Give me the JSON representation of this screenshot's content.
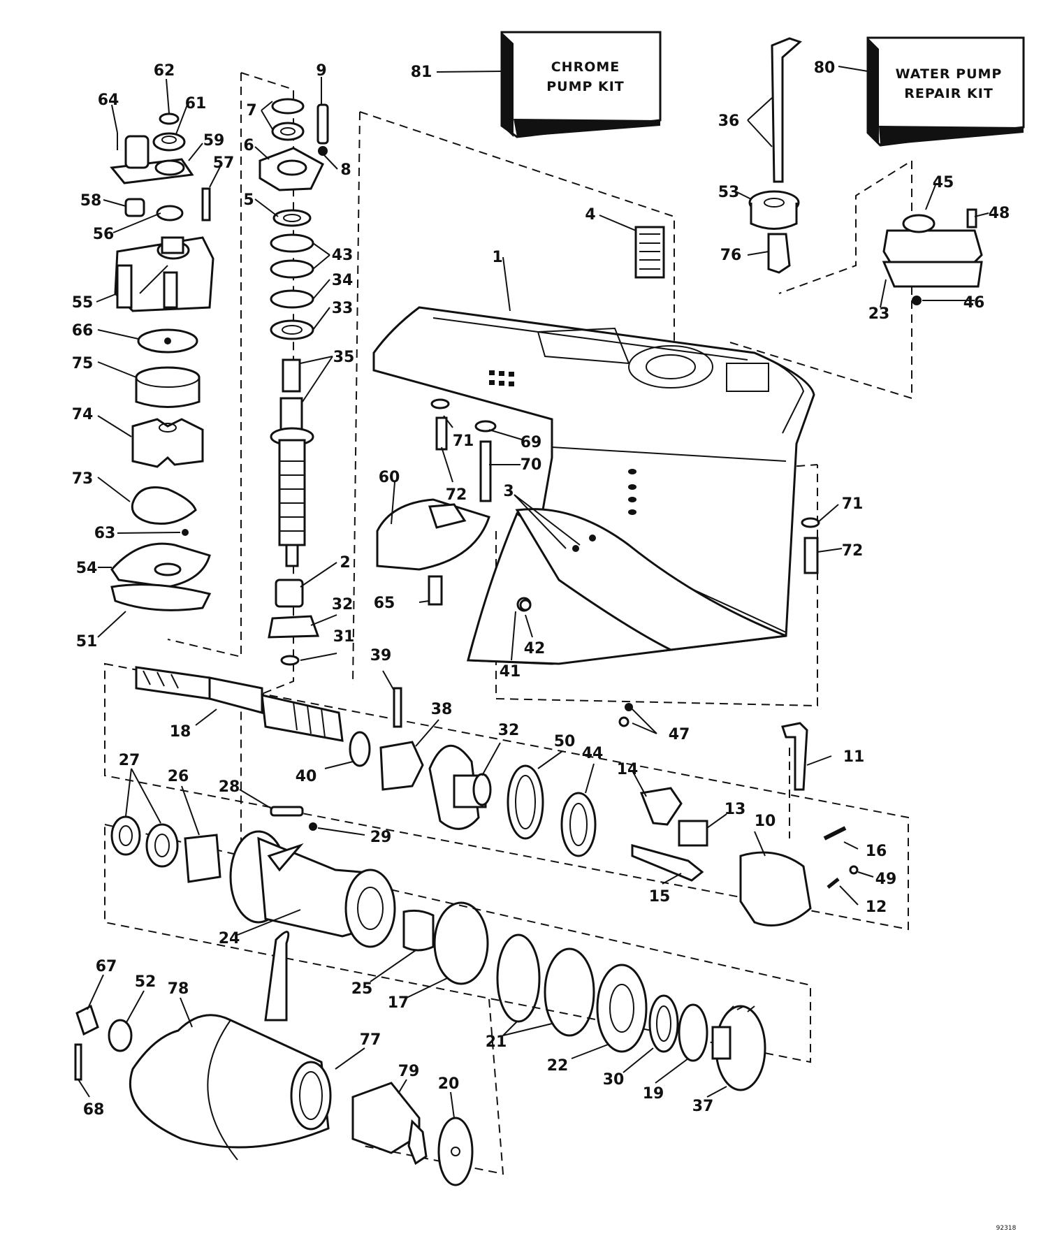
{
  "kits": {
    "chrome": {
      "number": "81",
      "line1": "CHROME",
      "line2": "PUMP KIT"
    },
    "water": {
      "number": "80",
      "line1": "WATER PUMP",
      "line2": "REPAIR KIT"
    }
  },
  "diagram_ref": "92318",
  "callouts": [
    {
      "id": "c62",
      "n": "62"
    },
    {
      "id": "c64",
      "n": "64"
    },
    {
      "id": "c61",
      "n": "61"
    },
    {
      "id": "c59",
      "n": "59"
    },
    {
      "id": "c57",
      "n": "57"
    },
    {
      "id": "c58",
      "n": "58"
    },
    {
      "id": "c56",
      "n": "56"
    },
    {
      "id": "c55",
      "n": "55"
    },
    {
      "id": "c66",
      "n": "66"
    },
    {
      "id": "c75",
      "n": "75"
    },
    {
      "id": "c74",
      "n": "74"
    },
    {
      "id": "c73",
      "n": "73"
    },
    {
      "id": "c63",
      "n": "63"
    },
    {
      "id": "c54",
      "n": "54"
    },
    {
      "id": "c51",
      "n": "51"
    },
    {
      "id": "c9",
      "n": "9"
    },
    {
      "id": "c7",
      "n": "7"
    },
    {
      "id": "c6",
      "n": "6"
    },
    {
      "id": "c8",
      "n": "8"
    },
    {
      "id": "c5",
      "n": "5"
    },
    {
      "id": "c43",
      "n": "43"
    },
    {
      "id": "c34",
      "n": "34"
    },
    {
      "id": "c33",
      "n": "33"
    },
    {
      "id": "c35",
      "n": "35"
    },
    {
      "id": "c2",
      "n": "2"
    },
    {
      "id": "c32a",
      "n": "32"
    },
    {
      "id": "c31",
      "n": "31"
    },
    {
      "id": "c4",
      "n": "4"
    },
    {
      "id": "c1",
      "n": "1"
    },
    {
      "id": "c36",
      "n": "36"
    },
    {
      "id": "c53",
      "n": "53"
    },
    {
      "id": "c76",
      "n": "76"
    },
    {
      "id": "c45",
      "n": "45"
    },
    {
      "id": "c48",
      "n": "48"
    },
    {
      "id": "c23",
      "n": "23"
    },
    {
      "id": "c46",
      "n": "46"
    },
    {
      "id": "c71a",
      "n": "71"
    },
    {
      "id": "c69",
      "n": "69"
    },
    {
      "id": "c70",
      "n": "70"
    },
    {
      "id": "c72a",
      "n": "72"
    },
    {
      "id": "c60",
      "n": "60"
    },
    {
      "id": "c3",
      "n": "3"
    },
    {
      "id": "c65",
      "n": "65"
    },
    {
      "id": "c41",
      "n": "41"
    },
    {
      "id": "c42",
      "n": "42"
    },
    {
      "id": "c71b",
      "n": "71"
    },
    {
      "id": "c72b",
      "n": "72"
    },
    {
      "id": "c39",
      "n": "39"
    },
    {
      "id": "c38",
      "n": "38"
    },
    {
      "id": "c18",
      "n": "18"
    },
    {
      "id": "c40",
      "n": "40"
    },
    {
      "id": "c32b",
      "n": "32"
    },
    {
      "id": "c50",
      "n": "50"
    },
    {
      "id": "c44",
      "n": "44"
    },
    {
      "id": "c47",
      "n": "47"
    },
    {
      "id": "c11",
      "n": "11"
    },
    {
      "id": "c14",
      "n": "14"
    },
    {
      "id": "c13",
      "n": "13"
    },
    {
      "id": "c10",
      "n": "10"
    },
    {
      "id": "c16",
      "n": "16"
    },
    {
      "id": "c49",
      "n": "49"
    },
    {
      "id": "c12",
      "n": "12"
    },
    {
      "id": "c15",
      "n": "15"
    },
    {
      "id": "c27",
      "n": "27"
    },
    {
      "id": "c26",
      "n": "26"
    },
    {
      "id": "c28",
      "n": "28"
    },
    {
      "id": "c29",
      "n": "29"
    },
    {
      "id": "c24",
      "n": "24"
    },
    {
      "id": "c25",
      "n": "25"
    },
    {
      "id": "c17",
      "n": "17"
    },
    {
      "id": "c21",
      "n": "21"
    },
    {
      "id": "c22",
      "n": "22"
    },
    {
      "id": "c30",
      "n": "30"
    },
    {
      "id": "c19",
      "n": "19"
    },
    {
      "id": "c37",
      "n": "37"
    },
    {
      "id": "c67",
      "n": "67"
    },
    {
      "id": "c52",
      "n": "52"
    },
    {
      "id": "c78",
      "n": "78"
    },
    {
      "id": "c68",
      "n": "68"
    },
    {
      "id": "c77",
      "n": "77"
    },
    {
      "id": "c79",
      "n": "79"
    },
    {
      "id": "c20",
      "n": "20"
    }
  ]
}
